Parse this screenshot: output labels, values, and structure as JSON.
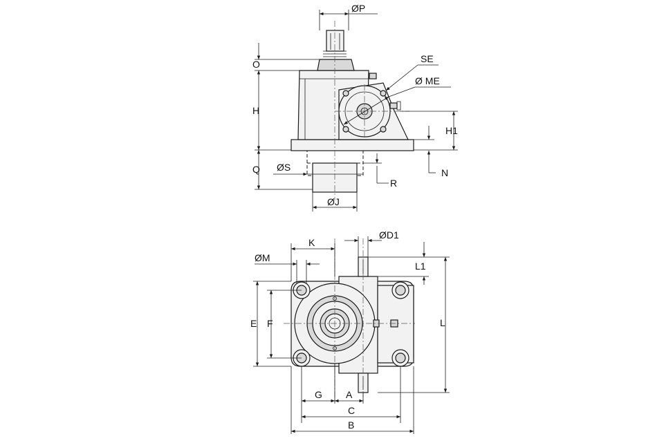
{
  "labels": {
    "p": "ØP",
    "o": "O",
    "se": "SE",
    "me": "Ø ME",
    "h": "H",
    "h1": "H1",
    "q": "Q",
    "s": "ØS",
    "r": "R",
    "n": "N",
    "j": "ØJ",
    "k": "K",
    "d1": "ØD1",
    "m": "ØM",
    "l1": "L1",
    "e": "E",
    "f": "F",
    "l": "L",
    "g": "G",
    "a": "A",
    "c": "C",
    "b": "B"
  },
  "colors": {
    "line": "#1a1a1a",
    "fill": "#f2f2f2",
    "shade": "#d9d9d9"
  }
}
